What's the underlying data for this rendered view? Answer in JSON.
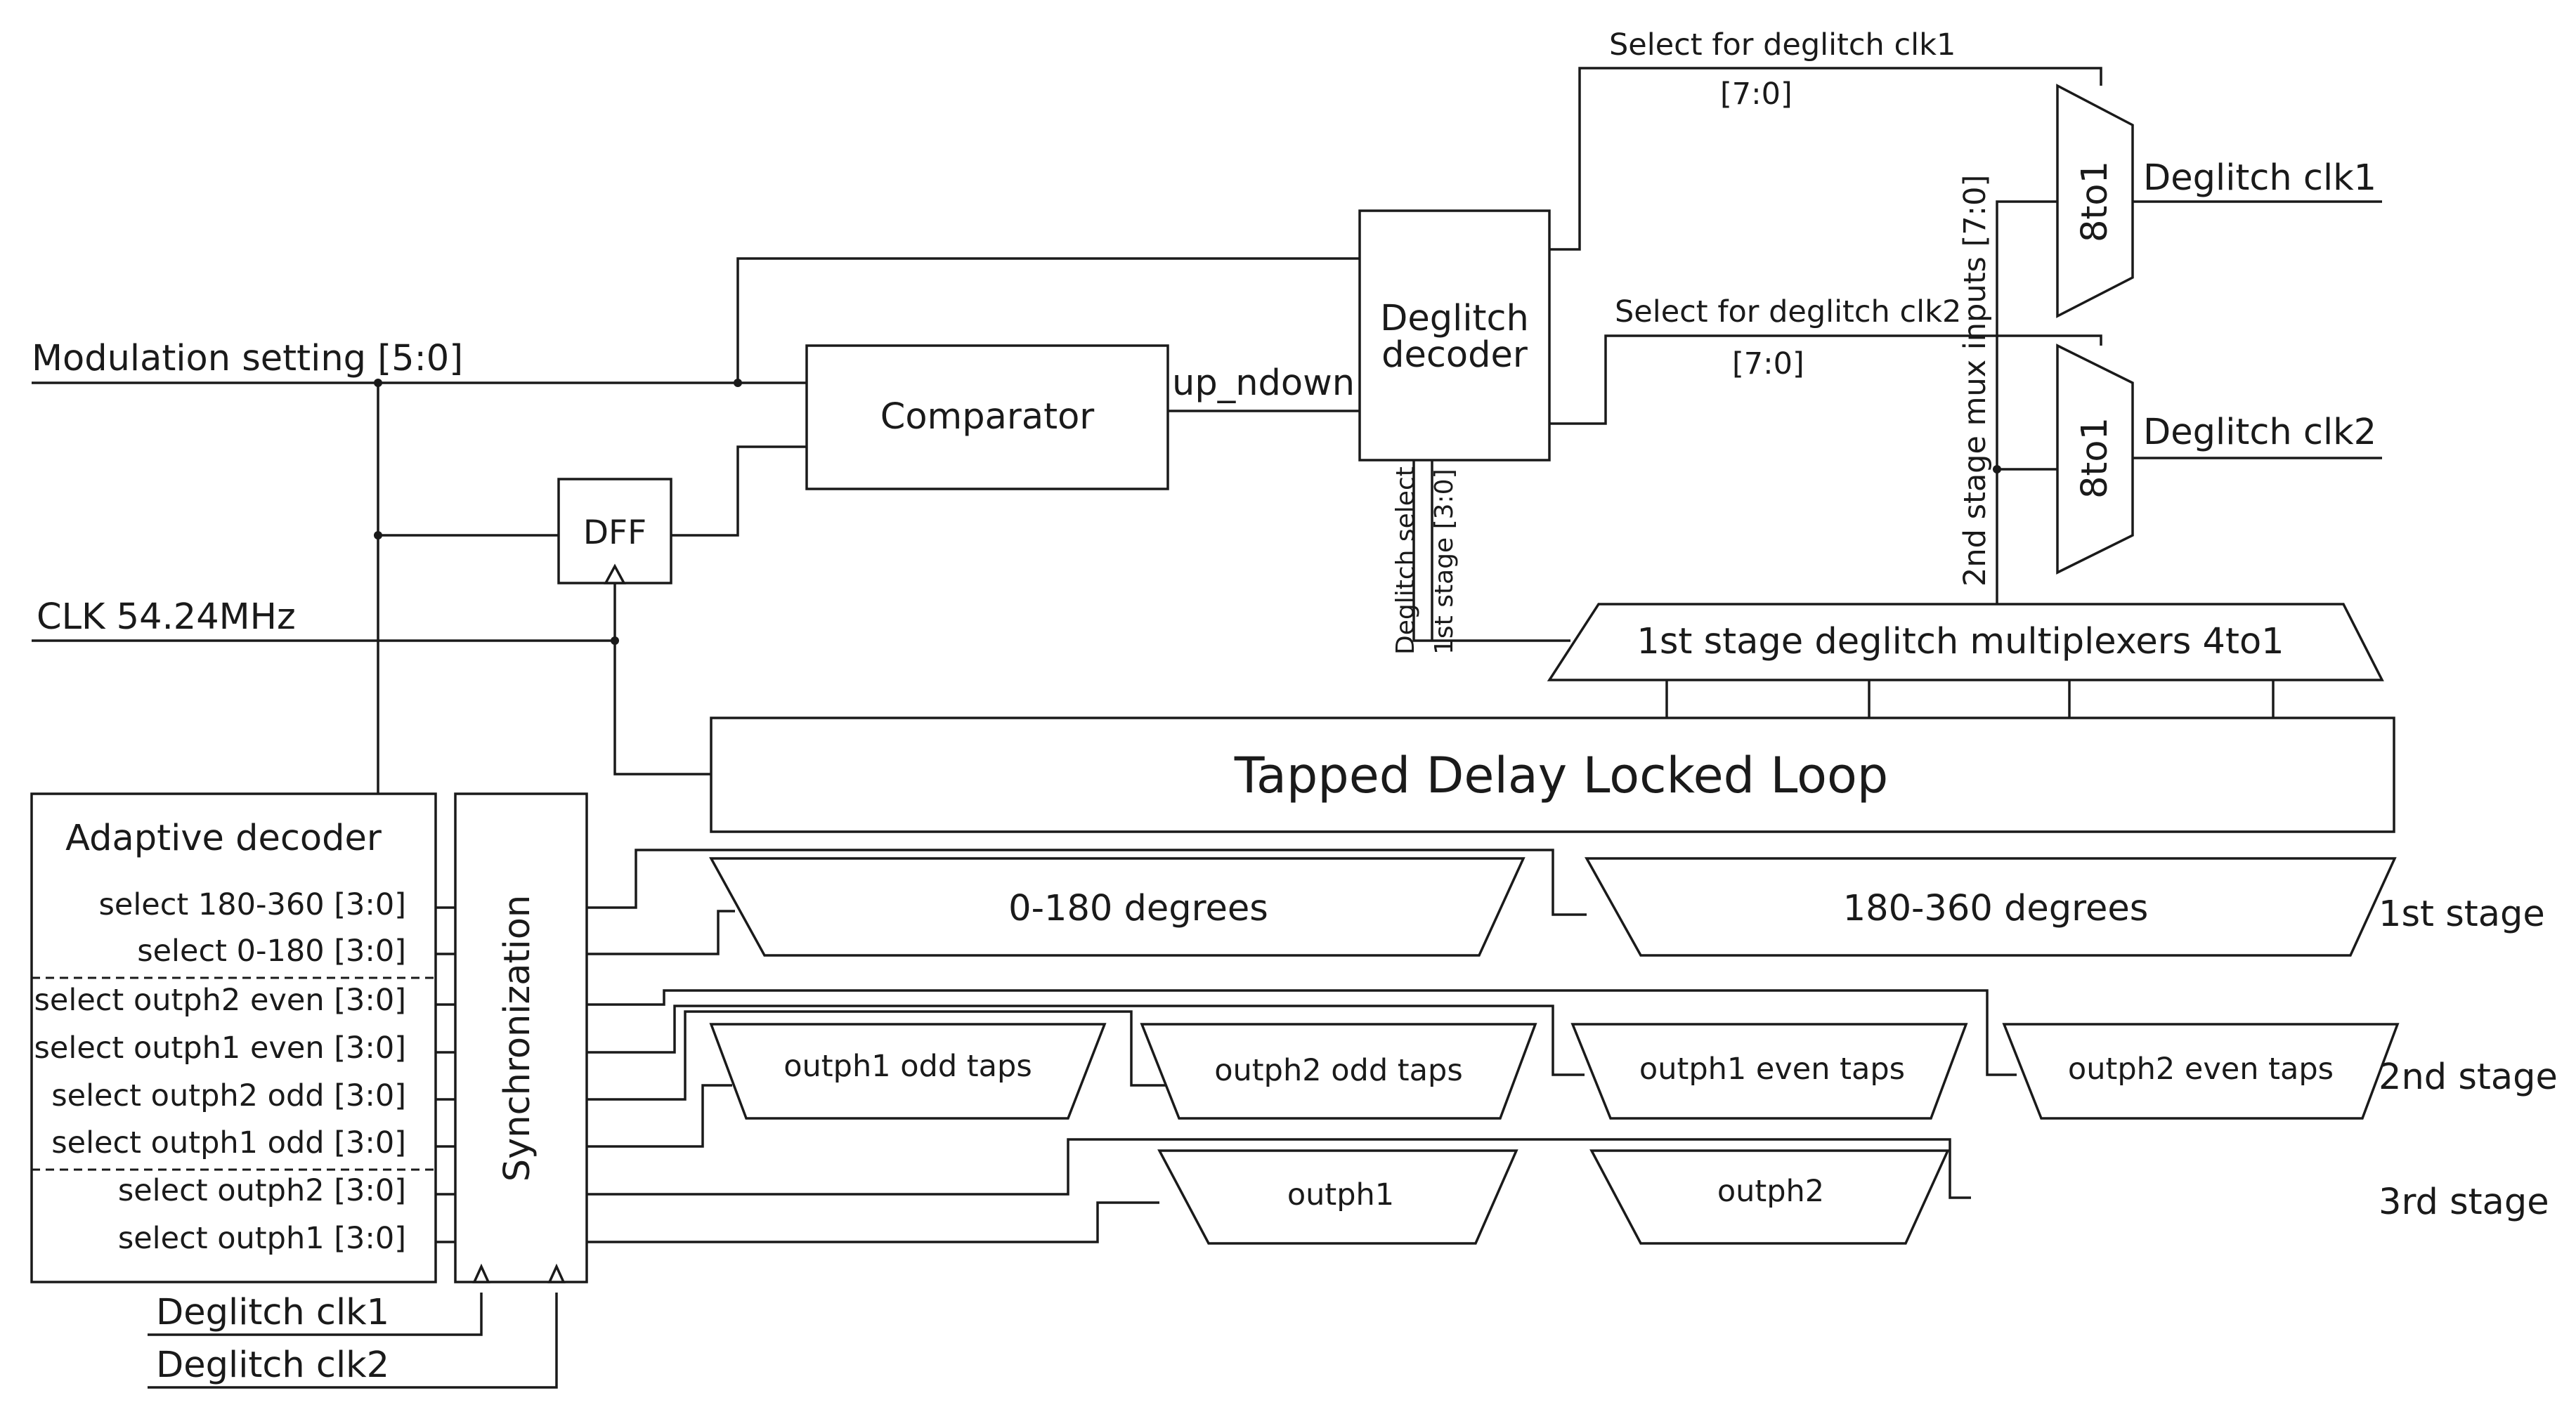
{
  "inputs": {
    "modulation": "Modulation setting [5:0]",
    "clk": "CLK 54.24MHz",
    "deglitch_clk1_in": "Deglitch clk1",
    "deglitch_clk2_in": "Deglitch clk2"
  },
  "blocks": {
    "dff": "DFF",
    "comparator": "Comparator",
    "deglitch_decoder": [
      "Deglitch",
      "decoder"
    ],
    "tdll": "Tapped Delay Locked Loop",
    "first_stage_mux": "1st stage deglitch multiplexers 4to1",
    "mux_8to1": "8to1",
    "synchronization": "Synchronization",
    "adaptive_decoder": "Adaptive decoder"
  },
  "signals": {
    "up_ndown": "up_ndown",
    "select_clk1": "Select for deglitch clk1",
    "select_clk2": "Select for deglitch clk2",
    "bus_clk1": "[7:0]",
    "bus_clk2": "[7:0]",
    "deglitch_select": [
      "Deglitch select",
      "1st stage [3:0]"
    ],
    "second_stage_mux_inputs": "2nd stage mux inputs [7:0]"
  },
  "outputs": {
    "clk1": "Deglitch clk1",
    "clk2": "Deglitch clk2"
  },
  "decoder_outputs": [
    "select 180-360 [3:0]",
    "select 0-180 [3:0]",
    "select outph2 even [3:0]",
    "select outph1 even [3:0]",
    "select outph2 odd [3:0]",
    "select outph1 odd [3:0]",
    "select outph2 [3:0]",
    "select outph1 [3:0]"
  ],
  "stage1": [
    "0-180 degrees",
    "180-360 degrees"
  ],
  "stage2": [
    "outph1 odd taps",
    "outph2 odd taps",
    "outph1 even taps",
    "outph2 even taps"
  ],
  "stage3": [
    "outph1",
    "outph2"
  ],
  "stage_labels": [
    "1st stage",
    "2nd stage",
    "3rd stage"
  ]
}
